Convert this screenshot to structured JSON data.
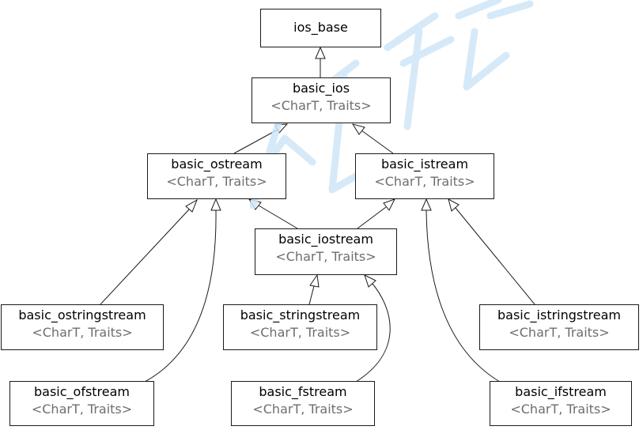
{
  "diagram": {
    "template_params": "<CharT, Traits>",
    "nodes": {
      "ios_base": {
        "name": "ios_base"
      },
      "basic_ios": {
        "name": "basic_ios"
      },
      "basic_ostream": {
        "name": "basic_ostream"
      },
      "basic_istream": {
        "name": "basic_istream"
      },
      "basic_iostream": {
        "name": "basic_iostream"
      },
      "basic_ostringstream": {
        "name": "basic_ostringstream"
      },
      "basic_stringstream": {
        "name": "basic_stringstream"
      },
      "basic_istringstream": {
        "name": "basic_istringstream"
      },
      "basic_ofstream": {
        "name": "basic_ofstream"
      },
      "basic_fstream": {
        "name": "basic_fstream"
      },
      "basic_ifstream": {
        "name": "basic_ifstream"
      }
    },
    "edges": [
      {
        "from": "basic_ios",
        "to": "ios_base"
      },
      {
        "from": "basic_ostream",
        "to": "basic_ios"
      },
      {
        "from": "basic_istream",
        "to": "basic_ios"
      },
      {
        "from": "basic_iostream",
        "to": "basic_ostream"
      },
      {
        "from": "basic_iostream",
        "to": "basic_istream"
      },
      {
        "from": "basic_ostringstream",
        "to": "basic_ostream"
      },
      {
        "from": "basic_ofstream",
        "to": "basic_ostream"
      },
      {
        "from": "basic_stringstream",
        "to": "basic_iostream"
      },
      {
        "from": "basic_fstream",
        "to": "basic_iostream"
      },
      {
        "from": "basic_istringstream",
        "to": "basic_istream"
      },
      {
        "from": "basic_ifstream",
        "to": "basic_istream"
      }
    ],
    "colors": {
      "line": "#1a1a1a",
      "params_text": "#6e6e6e",
      "watermark": "#cfe6f7"
    }
  }
}
